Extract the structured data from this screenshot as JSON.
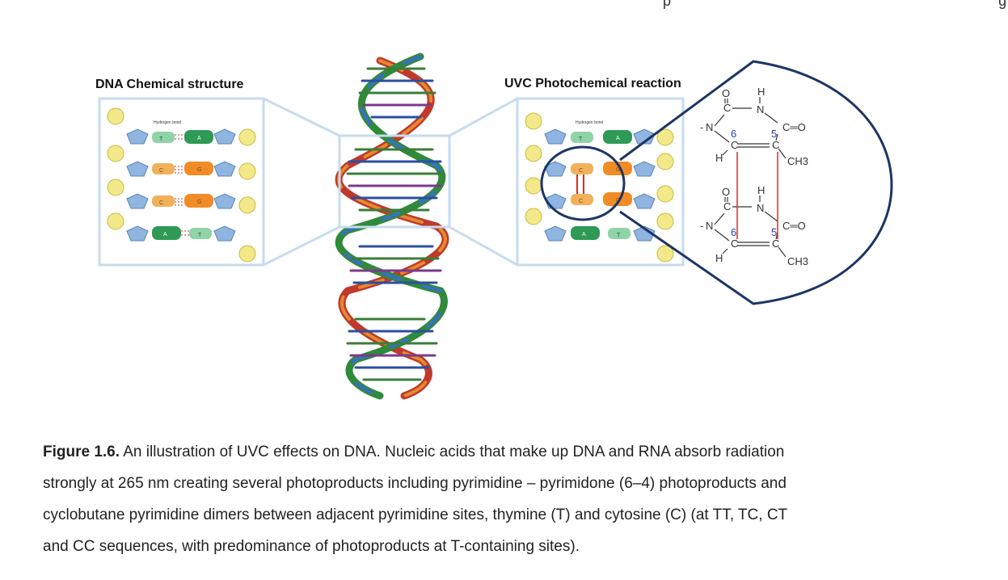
{
  "page": {
    "top_fragment_left": "p",
    "top_fragment_right": "g"
  },
  "figure": {
    "left_panel": {
      "title": "DNA Chemical structure",
      "hydrogen_bond_label": "Hydrogen bond",
      "base_pairs": [
        {
          "left": "T",
          "right": "A"
        },
        {
          "left": "C",
          "right": "G"
        },
        {
          "left": "C",
          "right": "G"
        },
        {
          "left": "A",
          "right": "T"
        }
      ]
    },
    "right_panel": {
      "title": "UVC Photochemical reaction",
      "hydrogen_bond_label": "Hydrogen bond",
      "base_pairs": [
        {
          "left": "T",
          "right": "A"
        },
        {
          "left": "C",
          "right": "G"
        },
        {
          "left": "C",
          "right": "G"
        },
        {
          "left": "A",
          "right": "T"
        }
      ]
    },
    "zoom_structure": {
      "top_ring": {
        "O": "O",
        "H": "H",
        "C": "C",
        "N": "N",
        "pos6": "6",
        "pos5": "5",
        "carbonyl": "C═O",
        "methyl": "CH3",
        "hydrogen": "H"
      },
      "bottom_ring": {
        "O": "O",
        "H": "H",
        "C": "C",
        "N": "N",
        "pos6": "6",
        "pos5": "5",
        "carbonyl": "C═O",
        "methyl": "CH3",
        "hydrogen": "H"
      }
    },
    "colors": {
      "frame": "#c6dcef",
      "zoom_circle": "#1c3566",
      "bond_red": "#c0392b",
      "position_blue": "#2a3fb8",
      "phosphate": "#f3e98a",
      "sugar": "#8fb5e0",
      "thymine": "#8fd3a6",
      "adenine": "#2e9a55",
      "cytosine": "#f0b15a",
      "guanine": "#f08c25"
    }
  },
  "caption": {
    "label": "Figure 1.6.",
    "line1_rest": " An illustration of UVC effects on DNA. Nucleic acids that make up DNA and RNA absorb radiation",
    "line2": "strongly at 265 nm creating several photoproducts including pyrimidine – pyrimidone (6–4) photoproducts and",
    "line3": "cyclobutane pyrimidine dimers between adjacent pyrimidine sites, thymine (T) and cytosine (C) (at TT, TC, CT",
    "line4": "and CC sequences, with predominance of photoproducts at T-containing sites)."
  }
}
